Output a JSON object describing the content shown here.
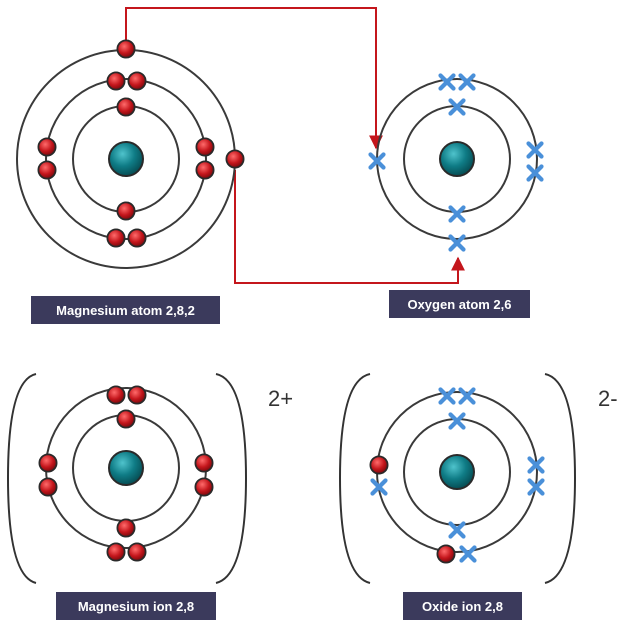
{
  "labels": {
    "mg_atom": "Magnesium atom 2,8,2",
    "o_atom": "Oxygen atom 2,6",
    "mg_ion": "Magnesium ion 2,8",
    "o_ion": "Oxide ion 2,8"
  },
  "charges": {
    "mg_ion": "2+",
    "o_ion": "2-"
  },
  "colors": {
    "nucleus": "#0f7c86",
    "electron_mg": "#c4161c",
    "electron_o": "#4a90d9",
    "shell": "#3a3a3a",
    "arrow": "#c4161c",
    "label_bg": "#3b3a5c",
    "bracket": "#333333"
  },
  "icons": {
    "mg_electron": "red-dot",
    "o_electron": "blue-cross"
  }
}
